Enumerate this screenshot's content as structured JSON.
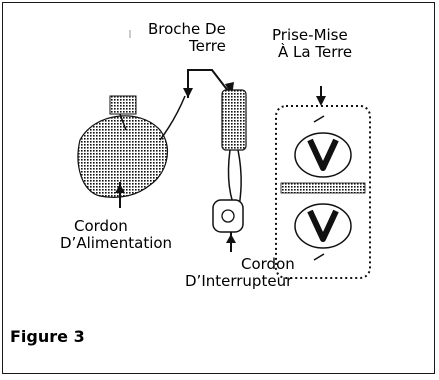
{
  "labels": {
    "broche_de_terre": [
      "Broche De",
      "Terre"
    ],
    "prise_mise_a_la_terre": [
      "Prise-Mise",
      "À La Terre"
    ],
    "cordon_alimentation": [
      "Cordon",
      "D’Alimentation"
    ],
    "cordon_interrupteur": [
      "Cordon",
      "D’Interrupteur"
    ]
  },
  "figure_caption": "Figure 3"
}
